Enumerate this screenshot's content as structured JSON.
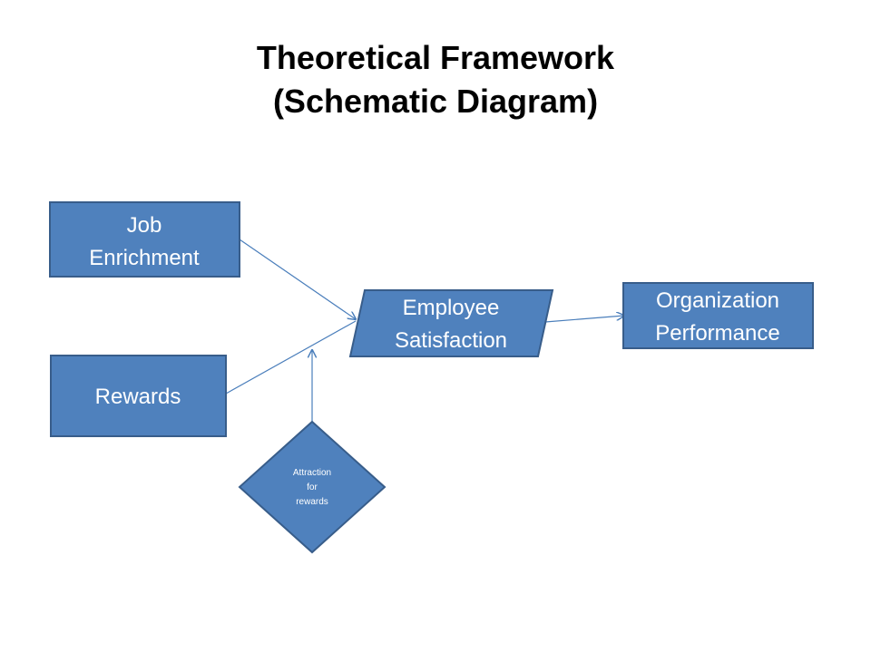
{
  "title": {
    "line1": "Theoretical Framework",
    "line2": "(Schematic Diagram)"
  },
  "nodes": {
    "job_enrichment": {
      "line1": "Job",
      "line2": "Enrichment"
    },
    "rewards": {
      "line1": "Rewards"
    },
    "employee_satisfaction": {
      "line1": "Employee",
      "line2": "Satisfaction"
    },
    "organization_performance": {
      "line1": "Organization",
      "line2": "Performance"
    },
    "attraction_for_rewards": {
      "line1": "Attraction",
      "line2": "for",
      "line3": "rewards"
    }
  },
  "edges": [
    {
      "from": "Job Enrichment",
      "to": "Employee Satisfaction"
    },
    {
      "from": "Rewards",
      "to": "Employee Satisfaction"
    },
    {
      "from": "Attraction for rewards",
      "to": "Rewards → Employee Satisfaction"
    },
    {
      "from": "Employee Satisfaction",
      "to": "Organization Performance"
    }
  ],
  "colors": {
    "node_fill": "#4f81bd",
    "node_stroke": "#385d8a",
    "edge": "#4a7ebb",
    "node_text": "#ffffff"
  }
}
